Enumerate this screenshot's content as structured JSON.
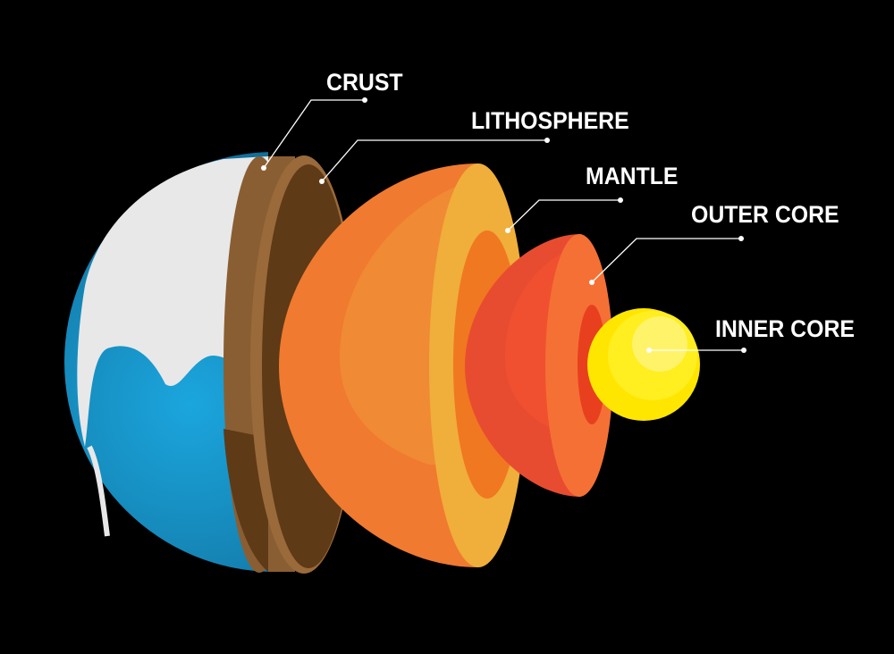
{
  "title": "Earth layers",
  "labels": {
    "crust": "CRUST",
    "lithosphere": "LITHOSPHERE",
    "mantle": "MANTLE",
    "outer_core": "OUTER CORE",
    "inner_core": "INNER CORE"
  },
  "colors": {
    "background": "#000000",
    "ocean": "#1a8fc4",
    "land": "#e8e8e8",
    "crust_side": "#8a5e33",
    "crust_face": "#5e3a17",
    "mantle_dome": "#f07a30",
    "mantle_face": "#f0ae3a",
    "mantle_inner": "#f07820",
    "outer_core_dome": "#e84c30",
    "outer_core_face": "#f57035",
    "outer_core_inner": "#e8401f",
    "inner_core": "#ffe600",
    "inner_core_highlight": "#fff36a"
  }
}
